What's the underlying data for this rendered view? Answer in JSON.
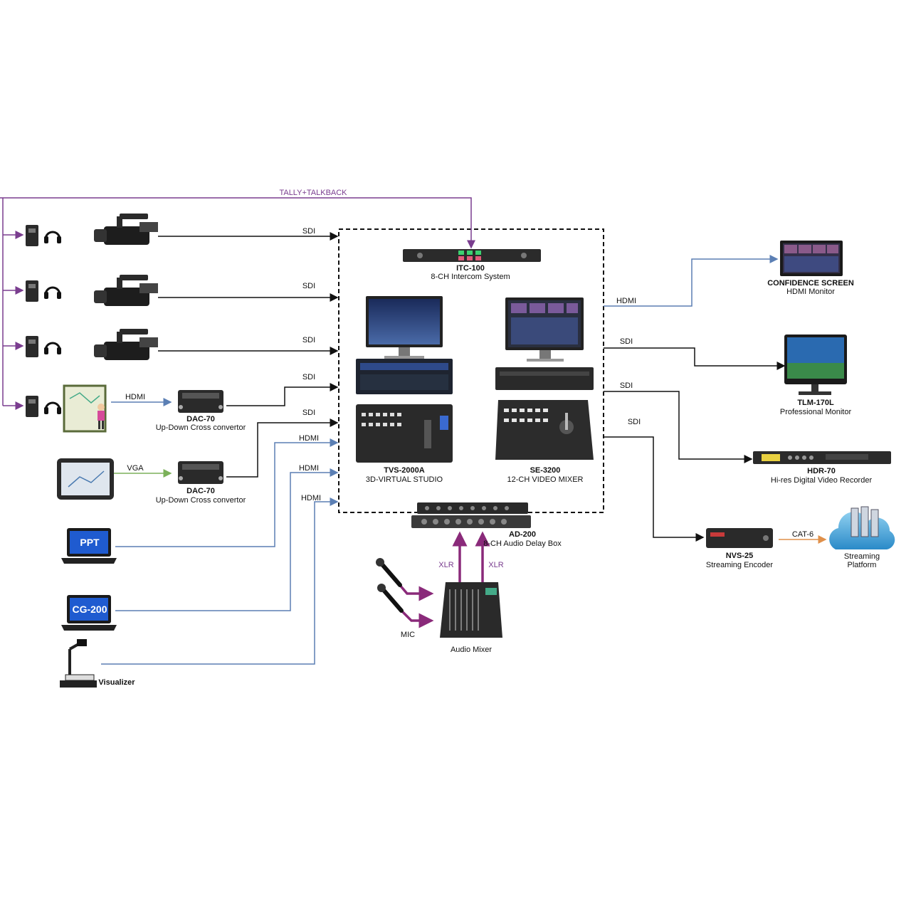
{
  "wire_labels": {
    "tally": "TALLY+TALKBACK",
    "sdi": "SDI",
    "hdmi": "HDMI",
    "vga": "VGA",
    "xlr": "XLR",
    "mic": "MIC",
    "cat6": "CAT-6"
  },
  "devices": {
    "itc": {
      "model": "ITC-100",
      "desc": "8-CH Intercom System"
    },
    "tvs": {
      "model": "TVS-2000A",
      "desc": "3D-VIRTUAL STUDIO"
    },
    "se": {
      "model": "SE-3200",
      "desc": "12-CH VIDEO MIXER"
    },
    "ad": {
      "model": "AD-200",
      "desc": "8-CH Audio Delay Box"
    },
    "dac1": {
      "model": "DAC-70",
      "desc": "Up-Down Cross convertor"
    },
    "dac2": {
      "model": "DAC-70",
      "desc": "Up-Down Cross convertor"
    },
    "confidence": {
      "model": "CONFIDENCE SCREEN",
      "desc": "HDMI Monitor"
    },
    "tlm": {
      "model": "TLM-170L",
      "desc": "Professional Monitor"
    },
    "hdr": {
      "model": "HDR-70",
      "desc": "Hi-res Digital Video Recorder"
    },
    "nvs": {
      "model": "NVS-25",
      "desc": "Streaming Encoder"
    },
    "stream": {
      "line1": "Streaming",
      "line2": "Platform"
    },
    "mixer": {
      "label": "Audio Mixer"
    },
    "ppt": {
      "label": "PPT"
    },
    "cg": {
      "label": "CG-200"
    },
    "visualizer": {
      "label": "Visualizer"
    }
  },
  "colors": {
    "sdi": "#111111",
    "hdmi": "#5b7fb4",
    "tally": "#7a3d8f",
    "vga": "#7bb15a",
    "cat6": "#e0904a",
    "xlr": "#8a2a7a"
  }
}
